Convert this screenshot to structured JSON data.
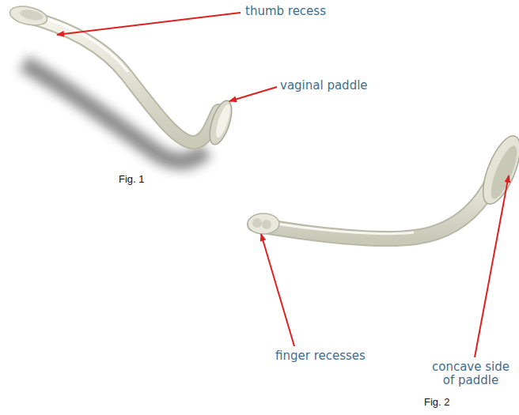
{
  "diagram": {
    "labels": [
      "thumb recess",
      "vaginal paddle",
      "Fig. 1",
      "finger recesses",
      "concave side of paddle",
      "Fig. 2"
    ]
  }
}
